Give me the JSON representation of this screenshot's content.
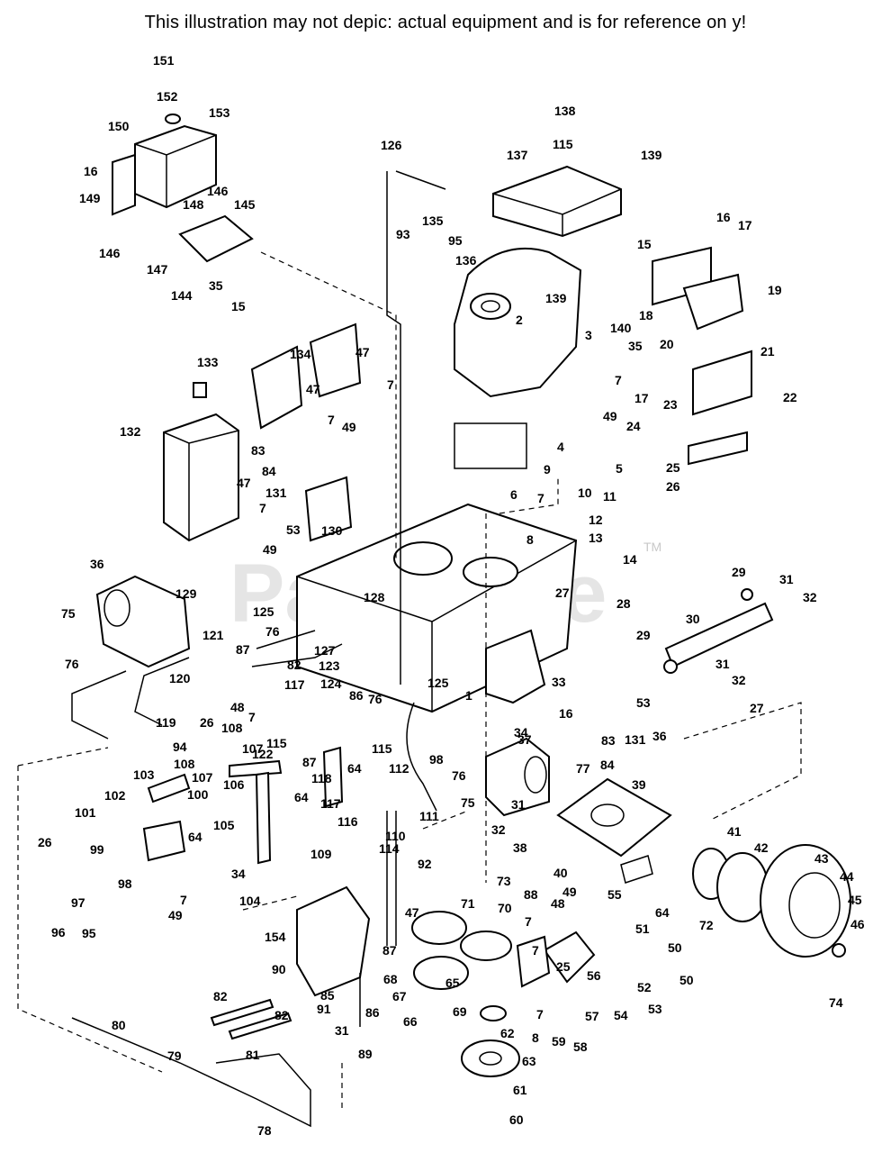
{
  "disclaimer": "This illustration may not depic: actual equipment and is for reference on y!",
  "watermark": {
    "text": "PartsTree",
    "trademark": "TM"
  },
  "callouts": [
    {
      "n": "151"
    },
    {
      "n": "152"
    },
    {
      "n": "153"
    },
    {
      "n": "150"
    },
    {
      "n": "16"
    },
    {
      "n": "149"
    },
    {
      "n": "148"
    },
    {
      "n": "146"
    },
    {
      "n": "145"
    },
    {
      "n": "146"
    },
    {
      "n": "147"
    },
    {
      "n": "144"
    },
    {
      "n": "35"
    },
    {
      "n": "15"
    },
    {
      "n": "126"
    },
    {
      "n": "138"
    },
    {
      "n": "115"
    },
    {
      "n": "139"
    },
    {
      "n": "137"
    },
    {
      "n": "135"
    },
    {
      "n": "93"
    },
    {
      "n": "95"
    },
    {
      "n": "136"
    },
    {
      "n": "16"
    },
    {
      "n": "15"
    },
    {
      "n": "17"
    },
    {
      "n": "19"
    },
    {
      "n": "18"
    },
    {
      "n": "139"
    },
    {
      "n": "140"
    },
    {
      "n": "2"
    },
    {
      "n": "3"
    },
    {
      "n": "35"
    },
    {
      "n": "20"
    },
    {
      "n": "7"
    },
    {
      "n": "17"
    },
    {
      "n": "21"
    },
    {
      "n": "22"
    },
    {
      "n": "23"
    },
    {
      "n": "49"
    },
    {
      "n": "24"
    },
    {
      "n": "4"
    },
    {
      "n": "5"
    },
    {
      "n": "25"
    },
    {
      "n": "26"
    },
    {
      "n": "9"
    },
    {
      "n": "10"
    },
    {
      "n": "6"
    },
    {
      "n": "7"
    },
    {
      "n": "11"
    },
    {
      "n": "12"
    },
    {
      "n": "13"
    },
    {
      "n": "8"
    },
    {
      "n": "14"
    },
    {
      "n": "134"
    },
    {
      "n": "47"
    },
    {
      "n": "7"
    },
    {
      "n": "133"
    },
    {
      "n": "47"
    },
    {
      "n": "7"
    },
    {
      "n": "49"
    },
    {
      "n": "132"
    },
    {
      "n": "83"
    },
    {
      "n": "84"
    },
    {
      "n": "131"
    },
    {
      "n": "47"
    },
    {
      "n": "7"
    },
    {
      "n": "53"
    },
    {
      "n": "130"
    },
    {
      "n": "49"
    },
    {
      "n": "36"
    },
    {
      "n": "129"
    },
    {
      "n": "128"
    },
    {
      "n": "75"
    },
    {
      "n": "125"
    },
    {
      "n": "76"
    },
    {
      "n": "76"
    },
    {
      "n": "127"
    },
    {
      "n": "121"
    },
    {
      "n": "87"
    },
    {
      "n": "82"
    },
    {
      "n": "123"
    },
    {
      "n": "124"
    },
    {
      "n": "86"
    },
    {
      "n": "125"
    },
    {
      "n": "1"
    },
    {
      "n": "120"
    },
    {
      "n": "119"
    },
    {
      "n": "48"
    },
    {
      "n": "7"
    },
    {
      "n": "117"
    },
    {
      "n": "115"
    },
    {
      "n": "94"
    },
    {
      "n": "26"
    },
    {
      "n": "108"
    },
    {
      "n": "107"
    },
    {
      "n": "122"
    },
    {
      "n": "87"
    },
    {
      "n": "64"
    },
    {
      "n": "76"
    },
    {
      "n": "108"
    },
    {
      "n": "107"
    },
    {
      "n": "103"
    },
    {
      "n": "102"
    },
    {
      "n": "101"
    },
    {
      "n": "100"
    },
    {
      "n": "106"
    },
    {
      "n": "118"
    },
    {
      "n": "64"
    },
    {
      "n": "115"
    },
    {
      "n": "112"
    },
    {
      "n": "98"
    },
    {
      "n": "117"
    },
    {
      "n": "116"
    },
    {
      "n": "110"
    },
    {
      "n": "111"
    },
    {
      "n": "114"
    },
    {
      "n": "109"
    },
    {
      "n": "105"
    },
    {
      "n": "34"
    },
    {
      "n": "104"
    },
    {
      "n": "26"
    },
    {
      "n": "99"
    },
    {
      "n": "64"
    },
    {
      "n": "98"
    },
    {
      "n": "97"
    },
    {
      "n": "96"
    },
    {
      "n": "95"
    },
    {
      "n": "7"
    },
    {
      "n": "49"
    },
    {
      "n": "27"
    },
    {
      "n": "28"
    },
    {
      "n": "29"
    },
    {
      "n": "31"
    },
    {
      "n": "32"
    },
    {
      "n": "30"
    },
    {
      "n": "29"
    },
    {
      "n": "31"
    },
    {
      "n": "32"
    },
    {
      "n": "33"
    },
    {
      "n": "53"
    },
    {
      "n": "27"
    },
    {
      "n": "34"
    },
    {
      "n": "16"
    },
    {
      "n": "83"
    },
    {
      "n": "84"
    },
    {
      "n": "131"
    },
    {
      "n": "36"
    },
    {
      "n": "37"
    },
    {
      "n": "77"
    },
    {
      "n": "76"
    },
    {
      "n": "75"
    },
    {
      "n": "32"
    },
    {
      "n": "31"
    },
    {
      "n": "38"
    },
    {
      "n": "39"
    },
    {
      "n": "40"
    },
    {
      "n": "41"
    },
    {
      "n": "42"
    },
    {
      "n": "43"
    },
    {
      "n": "44"
    },
    {
      "n": "45"
    },
    {
      "n": "46"
    },
    {
      "n": "74"
    },
    {
      "n": "72"
    },
    {
      "n": "92"
    },
    {
      "n": "73"
    },
    {
      "n": "71"
    },
    {
      "n": "70"
    },
    {
      "n": "88"
    },
    {
      "n": "47"
    },
    {
      "n": "55"
    },
    {
      "n": "49"
    },
    {
      "n": "48"
    },
    {
      "n": "64"
    },
    {
      "n": "7"
    },
    {
      "n": "7"
    },
    {
      "n": "51"
    },
    {
      "n": "50"
    },
    {
      "n": "25"
    },
    {
      "n": "56"
    },
    {
      "n": "50"
    },
    {
      "n": "52"
    },
    {
      "n": "53"
    },
    {
      "n": "54"
    },
    {
      "n": "57"
    },
    {
      "n": "58"
    },
    {
      "n": "59"
    },
    {
      "n": "7"
    },
    {
      "n": "8"
    },
    {
      "n": "63"
    },
    {
      "n": "62"
    },
    {
      "n": "61"
    },
    {
      "n": "60"
    },
    {
      "n": "154"
    },
    {
      "n": "90"
    },
    {
      "n": "85"
    },
    {
      "n": "87"
    },
    {
      "n": "68"
    },
    {
      "n": "67"
    },
    {
      "n": "65"
    },
    {
      "n": "69"
    },
    {
      "n": "66"
    },
    {
      "n": "82"
    },
    {
      "n": "82"
    },
    {
      "n": "91"
    },
    {
      "n": "86"
    },
    {
      "n": "31"
    },
    {
      "n": "89"
    },
    {
      "n": "80"
    },
    {
      "n": "79"
    },
    {
      "n": "81"
    },
    {
      "n": "78"
    }
  ]
}
